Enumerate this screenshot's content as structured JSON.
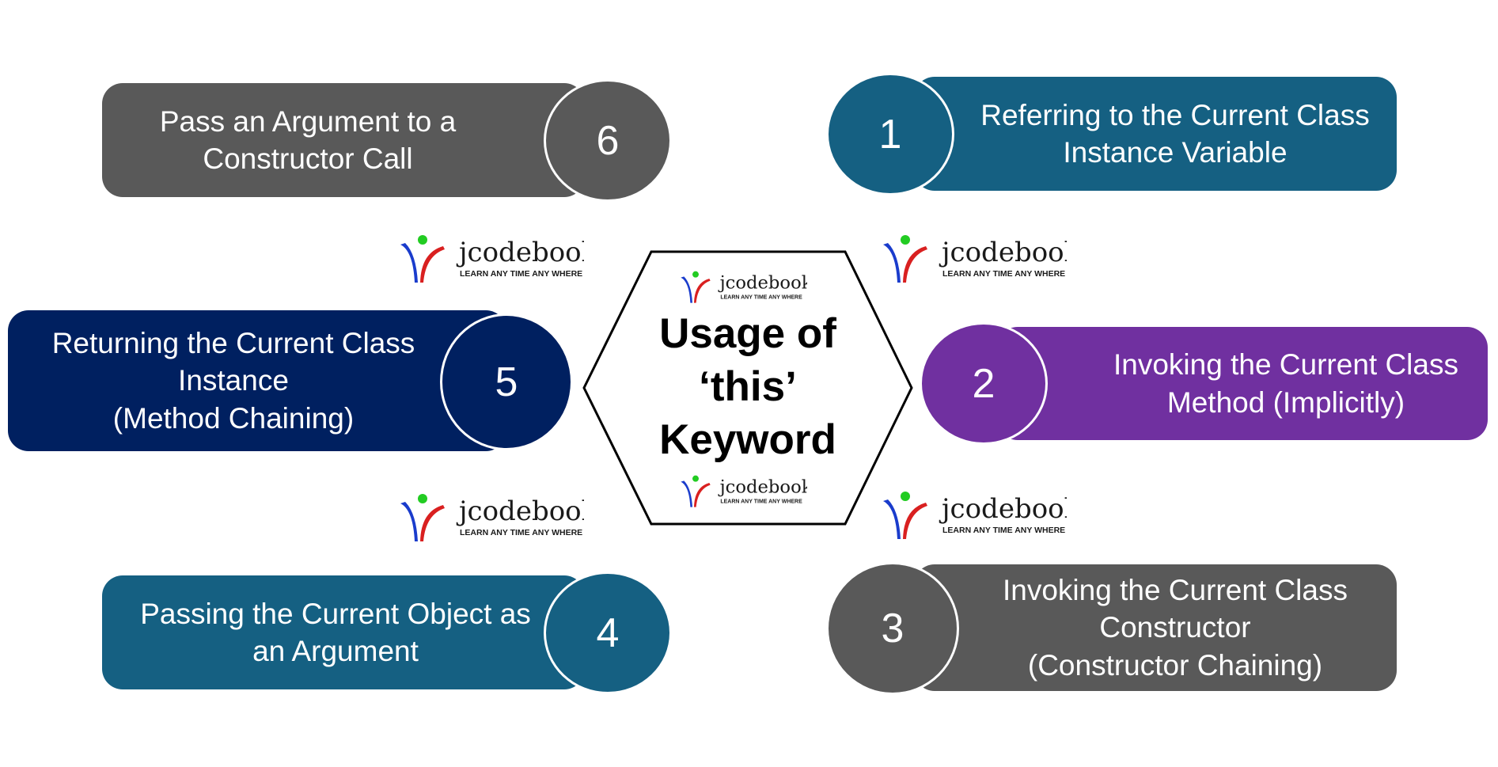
{
  "center": {
    "title_lines": [
      "Usage of",
      "‘this’",
      "Keyword"
    ]
  },
  "logo": {
    "brand": "jcodebook",
    "tagline": "LEARN ANY TIME ANY WHERE"
  },
  "items": [
    {
      "number": "6",
      "lines": [
        "Pass an Argument to a",
        "Constructor Call"
      ],
      "color": "#595959"
    },
    {
      "number": "1",
      "lines": [
        "Referring to the Current Class",
        "Instance Variable"
      ],
      "color": "#156082"
    },
    {
      "number": "5",
      "lines": [
        "Returning the Current Class",
        "Instance",
        "(Method Chaining)"
      ],
      "color": "#002060"
    },
    {
      "number": "2",
      "lines": [
        "Invoking the Current Class",
        "Method (Implicitly)"
      ],
      "color": "#7030A0"
    },
    {
      "number": "4",
      "lines": [
        "Passing the Current Object as",
        "an Argument"
      ],
      "color": "#156082"
    },
    {
      "number": "3",
      "lines": [
        "Invoking the Current Class",
        "Constructor",
        "(Constructor Chaining)"
      ],
      "color": "#595959"
    }
  ]
}
